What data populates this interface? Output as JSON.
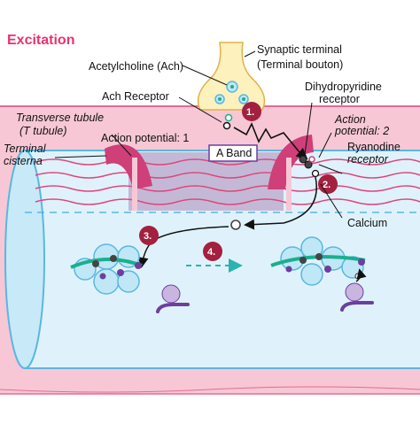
{
  "title": "Excitation",
  "labels": {
    "synaptic_terminal_1": "Synaptic terminal",
    "synaptic_terminal_2": "(Terminal bouton)",
    "acetylcholine": "Acetylcholine (Ach)",
    "ach_receptor": "Ach Receptor",
    "dihydropyridine_1": "Dihydropyridine",
    "dihydropyridine_2": "receptor",
    "transverse_tubule_1": "Transverse tubule",
    "transverse_tubule_2": "(T tubule)",
    "action_potential_1": "Action potential: 1",
    "action_potential_2a": "Action",
    "action_potential_2b": "potential: 2",
    "ryanodine_1": "Ryanodine",
    "ryanodine_2": "receptor",
    "terminal_cisterna_1": "Terminal",
    "terminal_cisterna_2": "cisterna",
    "a_band": "A Band",
    "calcium": "Calcium"
  },
  "steps": [
    "1.",
    "2.",
    "3.",
    "4."
  ],
  "colors": {
    "title": "#e8336e",
    "sarcolemma": "#f7c7d6",
    "muscle_fiber": "#ffffff",
    "myofibril_fill": "#dff2fb",
    "myofibril_stroke": "#5bb7e0",
    "cisterna": "#cf3f78",
    "a_band": "#b9a6c9",
    "step_badge": "#a3203f",
    "terminal": "#fdf1bd",
    "actin": "#1aaf8e",
    "myosin": "#6b3fa0"
  }
}
